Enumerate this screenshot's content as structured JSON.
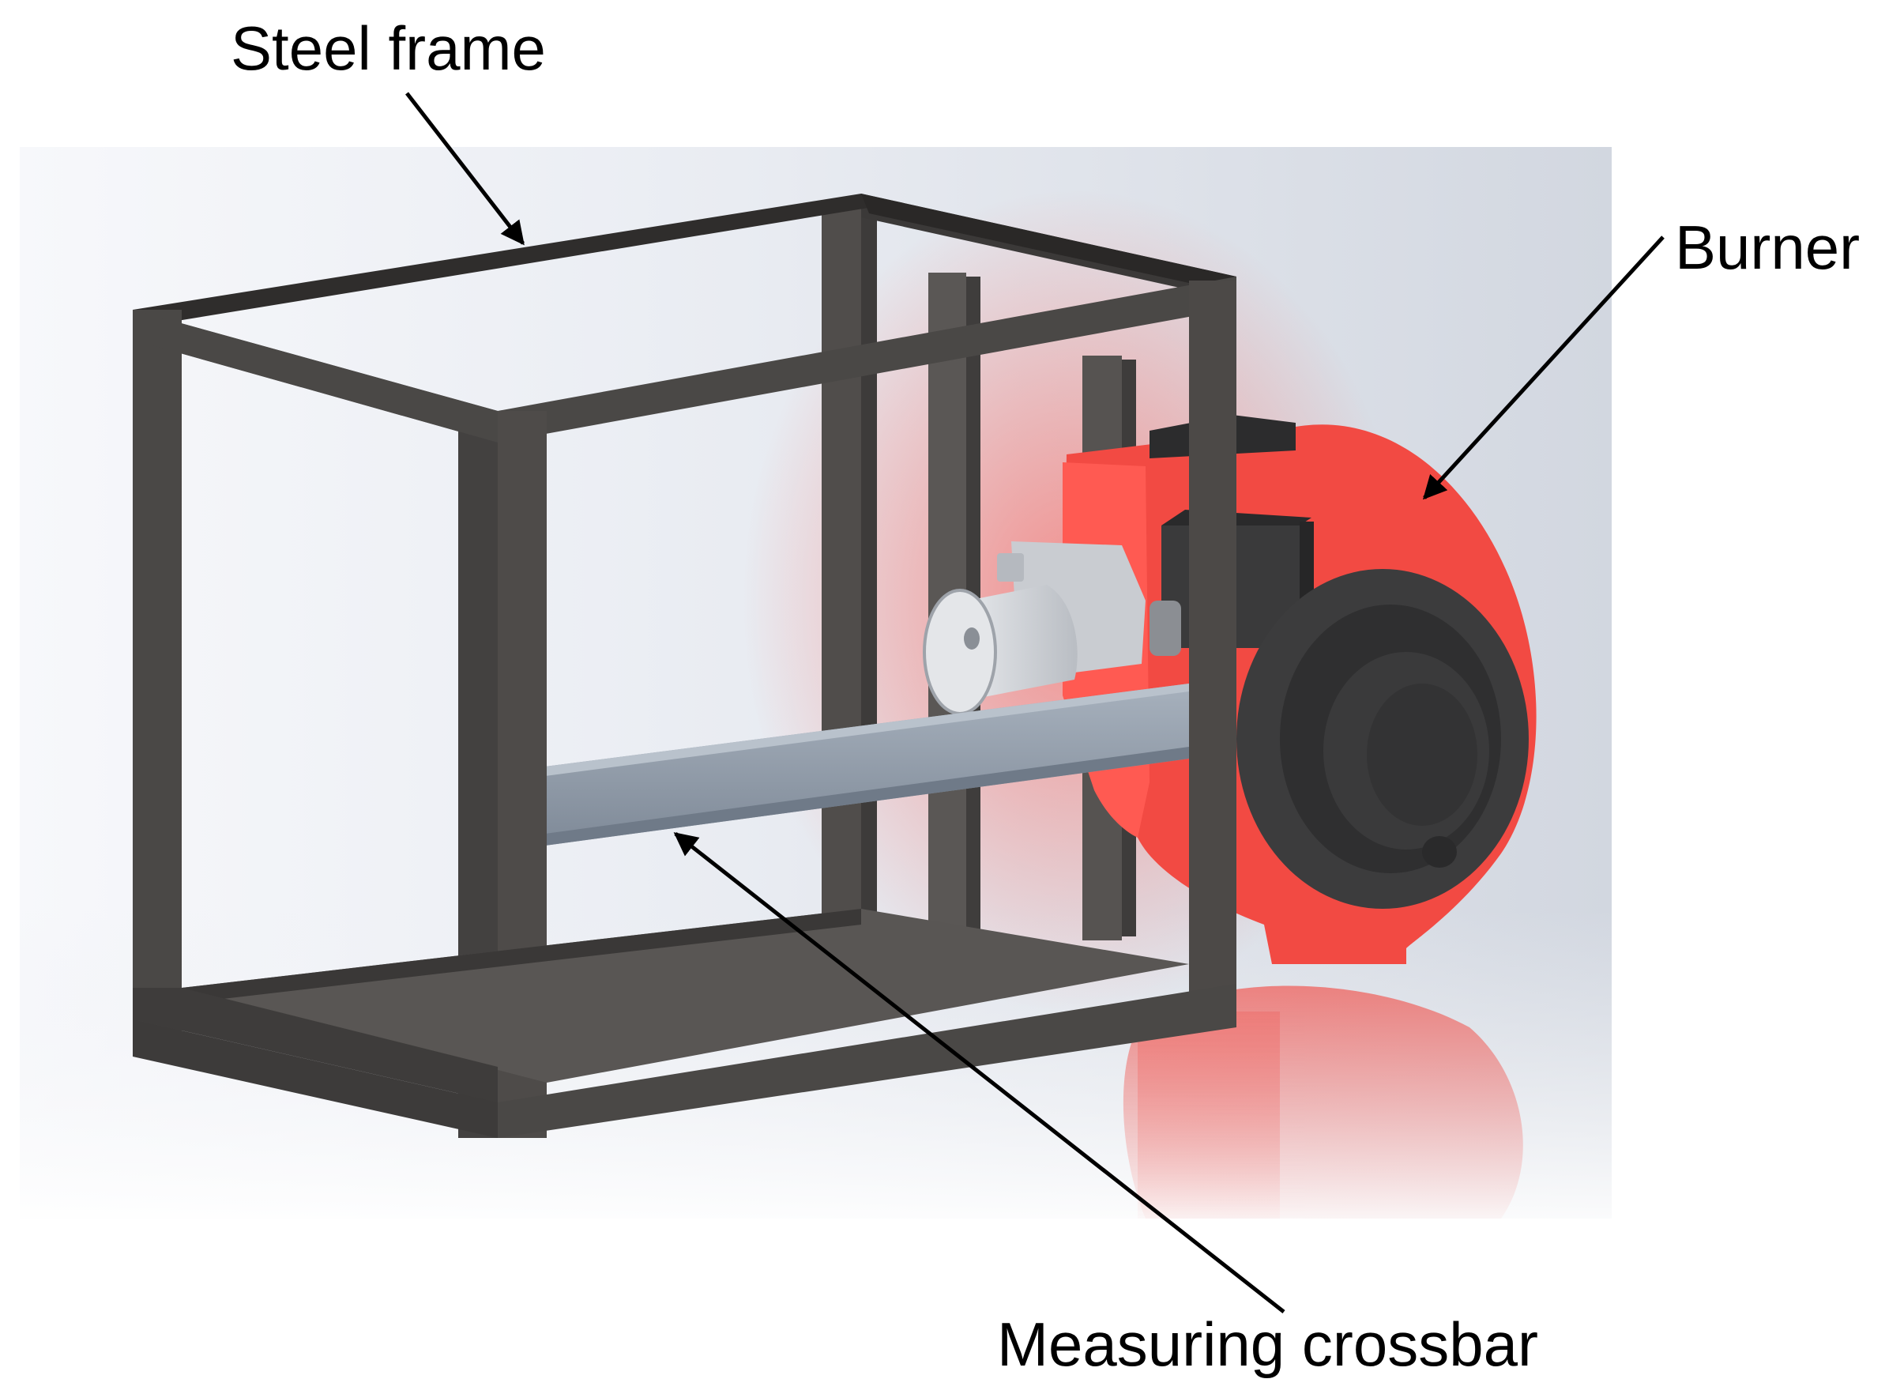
{
  "labels": {
    "steel_frame": "Steel frame",
    "burner": "Burner",
    "measuring_crossbar": "Measuring crossbar"
  },
  "colors": {
    "frame": "#4a4846",
    "frame_top_edge": "#2e2c2b",
    "burner_housing": "#f24a43",
    "burner_dark": "#3b3b3c",
    "crossbar": "#8c98a6",
    "nozzle": "#d6d8dc",
    "background_light": "#f6f7fa",
    "background_dark": "#d3d8e0"
  }
}
